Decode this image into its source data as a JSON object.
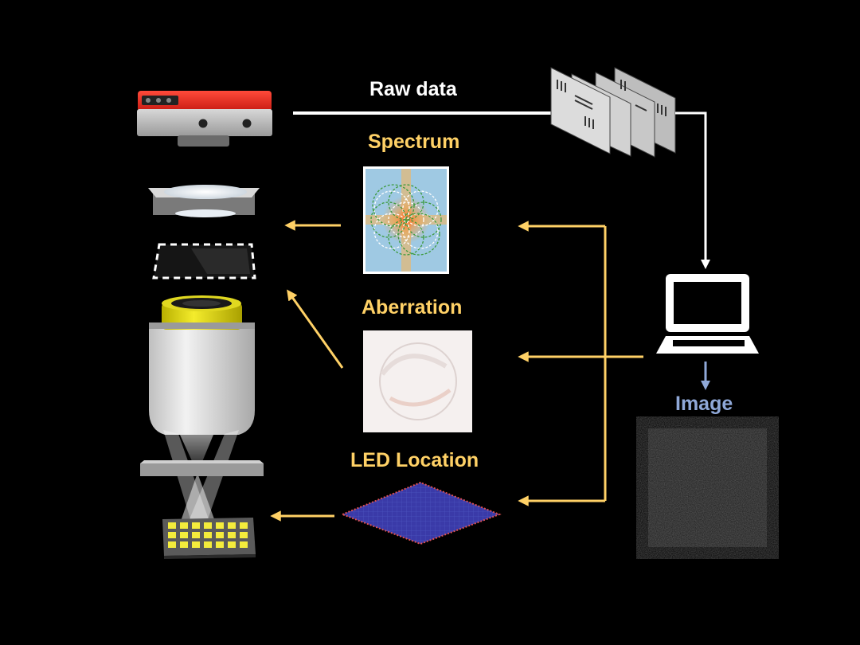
{
  "labels": {
    "raw_data": "Raw data",
    "spectrum": "Spectrum",
    "aberration": "Aberration",
    "led_location": "LED Location",
    "image": "Image"
  },
  "colors": {
    "background": "#000000",
    "accent_yellow": "#ffd166",
    "white": "#ffffff",
    "image_blue": "#8fa8d8",
    "camera_red": "#e3211c"
  },
  "icons": [
    "camera-icon",
    "tube-lens-icon",
    "aperture-plane-icon",
    "objective-lens-icon",
    "sample-slide-icon",
    "led-array-icon",
    "raw-image-stack-icon",
    "laptop-icon"
  ]
}
